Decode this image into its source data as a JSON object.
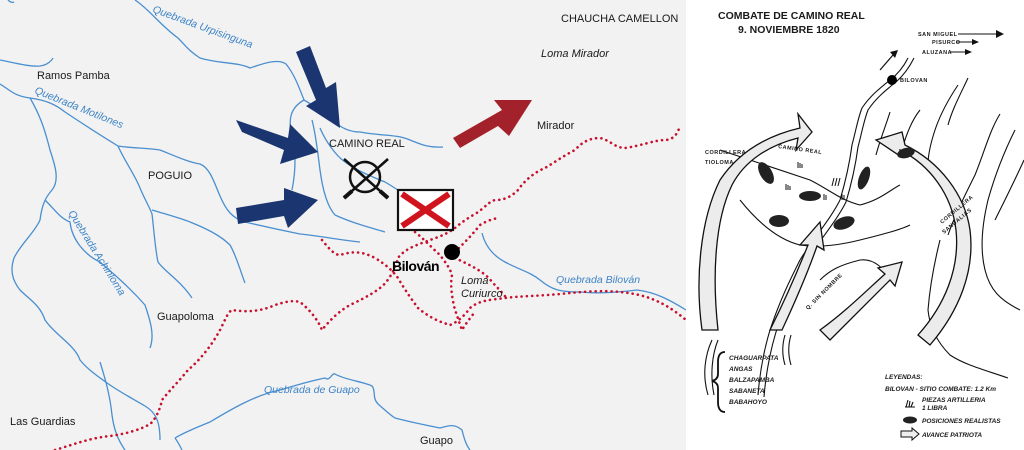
{
  "left_map": {
    "places": {
      "chaucha_camellon": "CHAUCHA CAMELLON",
      "loma_mirador": "Loma Mirador",
      "mirador": "Mirador",
      "ramos_pamba": "Ramos Pamba",
      "camino_real": "CAMINO REAL",
      "poguio": "POGUIO",
      "bilovan": "Bilován",
      "loma_curiurco_1": "Loma",
      "loma_curiurco_2": "Curiurco",
      "guapoloma": "Guapoloma",
      "las_guardias": "Las Guardias",
      "guapo": "Guapo"
    },
    "rivers": {
      "urpisinguna": "Quebrada Urpisinguna",
      "motilones": "Quebrada Motilones",
      "achinloma": "Quebrada Achinloma",
      "bilovan": "Quebrada Bilován",
      "guapo": "Quebrada de Guapo"
    },
    "symbols": {
      "patriot_arrows": "patriot-advance-arrows",
      "royalist_arrow": "royalist-retreat-arrow",
      "battle": "crossed-rifles-battle",
      "flag": "cross-of-burgundy-flag"
    },
    "colors": {
      "background": "#f2f2f2",
      "river": "#4a8fd0",
      "patriot_arrow": "#1b3570",
      "royalist_arrow": "#a3212b",
      "trail": "#c8102e",
      "flag_cross": "#d0141e"
    }
  },
  "right_map": {
    "title_line1": "COMBATE DE CAMINO REAL",
    "title_line2": "9. NOVIEMBRE 1820",
    "destinations": [
      "SAN MIGUEL",
      "PISURCO",
      "ALUZANA"
    ],
    "bilovan_label": "BILOVAN",
    "camino_real_label": "CAMINO REAL",
    "cordillera_left_1": "CORDILLERA",
    "cordillera_left_2": "TIOLOMA",
    "cordillera_right_1": "CORDILLERA",
    "cordillera_right_2": "SANDALIAS",
    "stream_label": "Q. SIN NOMBRE",
    "towns": [
      "CHAGUARPATA",
      "ANGAS",
      "BALZAPAMBA",
      "SABANETA",
      "BABAHOYO"
    ],
    "legend": {
      "title": "LEYENDAS:",
      "distance": "BILOVAN - SITIO COMBATE: 1.2 Km",
      "items": [
        {
          "icon": "artillery-icon",
          "label_1": "PIEZAS ARTILLERIA",
          "label_2": "1 LIBRA"
        },
        {
          "icon": "royalist-position-icon",
          "label_1": "POSICIONES REALISTAS"
        },
        {
          "icon": "patriot-advance-icon",
          "label_1": "AVANCE PATRIOTA"
        }
      ]
    }
  }
}
